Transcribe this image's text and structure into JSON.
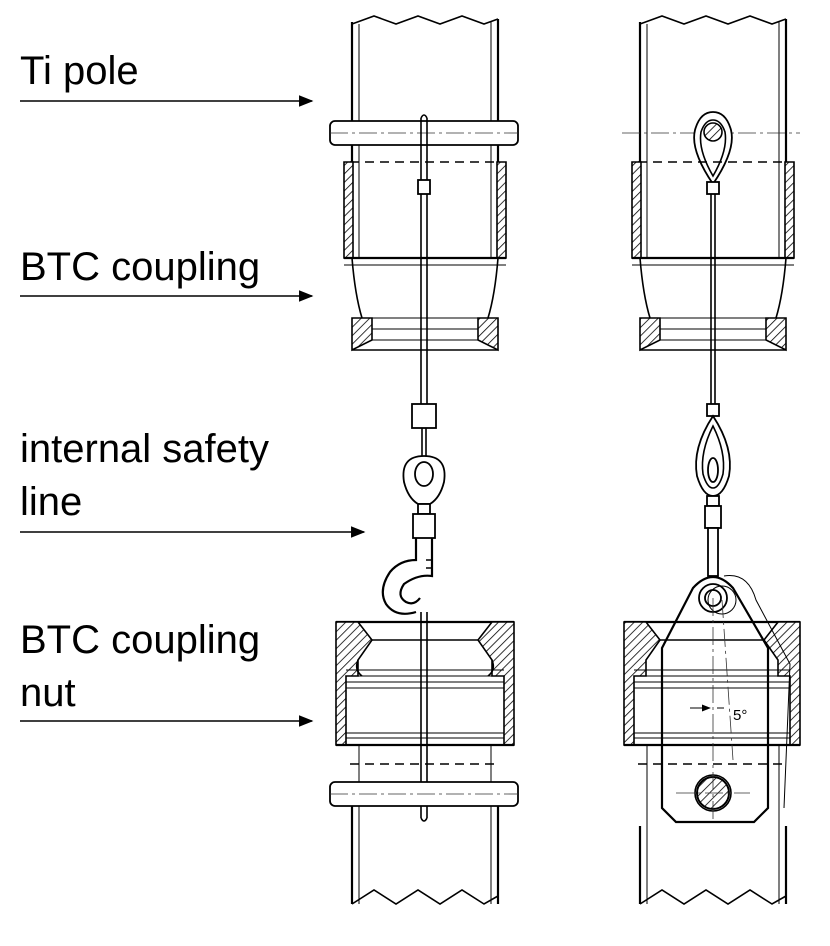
{
  "labels": {
    "ti_pole": "Ti pole",
    "btc_coupling": "BTC coupling",
    "safety_line_1": "internal safety",
    "safety_line_2": "line",
    "coupling_nut_1": "BTC coupling",
    "coupling_nut_2": "nut",
    "angle": "5°"
  },
  "colors": {
    "line": "#000000",
    "background": "#ffffff"
  }
}
